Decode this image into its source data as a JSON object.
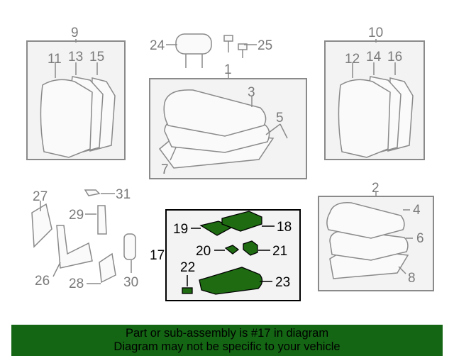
{
  "callouts": {
    "c1": "1",
    "c2": "2",
    "c3": "3",
    "c4": "4",
    "c5": "5",
    "c6": "6",
    "c7": "7",
    "c8": "8",
    "c9": "9",
    "c10": "10",
    "c11": "11",
    "c12": "12",
    "c13": "13",
    "c14": "14",
    "c15": "15",
    "c16": "16",
    "c17": "17",
    "c18": "18",
    "c19": "19",
    "c20": "20",
    "c21": "21",
    "c22": "22",
    "c23": "23",
    "c24": "24",
    "c25": "25",
    "c26": "26",
    "c27": "27",
    "c28": "28",
    "c29": "29",
    "c30": "30",
    "c31": "31"
  },
  "banner": {
    "line1": "Part or sub-assembly is #17 in diagram",
    "line2": "Diagram may not be specific to your vehicle"
  },
  "colors": {
    "highlight": "#1e6b12",
    "banner": "#146614"
  }
}
